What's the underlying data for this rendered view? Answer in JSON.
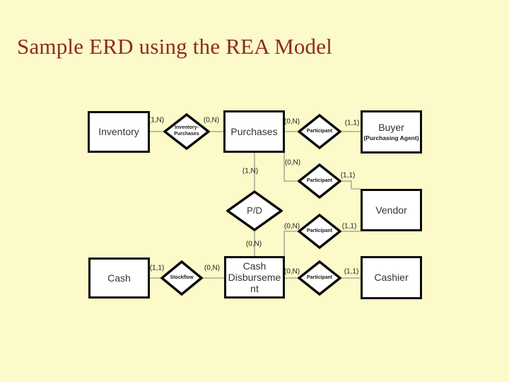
{
  "slide": {
    "title": "Sample ERD using the REA Model"
  },
  "colors": {
    "background": "#FBFAC8",
    "title_text": "#8E2A21",
    "shape_fill": "#FFFFFF",
    "shape_border": "#0A0A0A",
    "connector": "#9B9B8E"
  },
  "diagram": {
    "entities": {
      "inventory": {
        "label": "Inventory"
      },
      "purchases": {
        "label": "Purchases"
      },
      "buyer": {
        "label": "Buyer",
        "sublabel": "(Purchasing Agent)"
      },
      "vendor": {
        "label": "Vendor"
      },
      "cash": {
        "label": "Cash"
      },
      "cash_disbursement": {
        "line1": "Cash",
        "line2": "Disburseme",
        "line3": "nt"
      },
      "cashier": {
        "label": "Cashier"
      }
    },
    "relationships": {
      "inventory_purchases": {
        "line1": "Inventory-",
        "line2": "Purchases"
      },
      "participant_buyer": {
        "label": "Participant"
      },
      "participant_vendor_upper": {
        "label": "Participant"
      },
      "participant_vendor_lower": {
        "label": "Participant"
      },
      "pd": {
        "label": "P/D"
      },
      "stockflow": {
        "label": "Stockflow"
      },
      "participant_cashier": {
        "label": "Participant"
      }
    },
    "cardinalities": {
      "inventory_side": "(1,N)",
      "invpurch_to_purchases": "(0,N)",
      "purchases_to_participant1": "(0,N)",
      "participant1_to_buyer": "(1,1)",
      "purchases_to_pd": "(1,N)",
      "purchases_to_participant2": "(0,N)",
      "participant2_to_vendor": "(1,1)",
      "pd_to_cashdisb": "(0,N)",
      "cashdisb_to_participant3": "(0,N)",
      "participant3_to_vendor": "(1,1)",
      "cash_to_stockflow": "(1,1)",
      "stockflow_to_cashdisb": "(0,N)",
      "cashdisb_to_participant4": "(0,N)",
      "participant4_to_cashier": "(1,1)"
    }
  }
}
